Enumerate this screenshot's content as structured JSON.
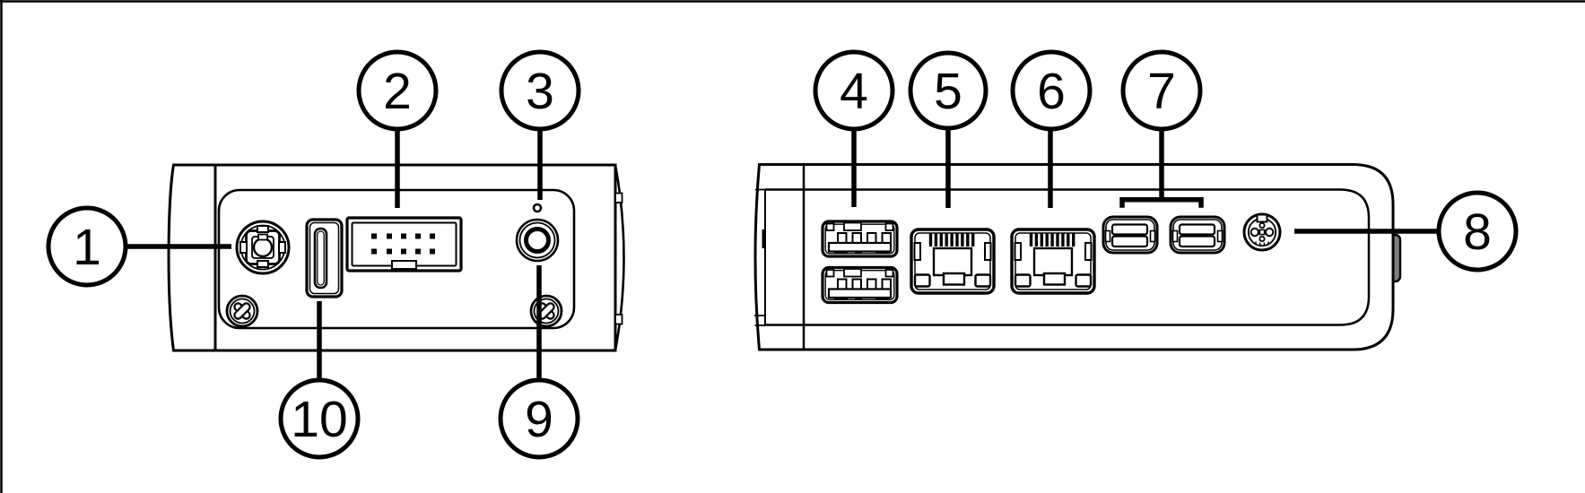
{
  "figure": {
    "description": "Line-art hardware diagram of two device side panels with numbered callouts",
    "background_color": "#ffffff",
    "line_color": "#000000",
    "knob_fill": "#7d7d7d"
  },
  "callouts": [
    {
      "label": "1",
      "target": "circular-push-pull-connector"
    },
    {
      "label": "2",
      "target": "idc-header-connector"
    },
    {
      "label": "3",
      "target": "led-indicator-hole"
    },
    {
      "label": "4",
      "target": "usb-a-port-stack"
    },
    {
      "label": "5",
      "target": "ethernet-port-1"
    },
    {
      "label": "6",
      "target": "ethernet-port-2"
    },
    {
      "label": "7",
      "target": "mini-displayport-pair"
    },
    {
      "label": "8",
      "target": "power-connector"
    },
    {
      "label": "9",
      "target": "round-button"
    },
    {
      "label": "10",
      "target": "usb-a-port-side"
    }
  ]
}
